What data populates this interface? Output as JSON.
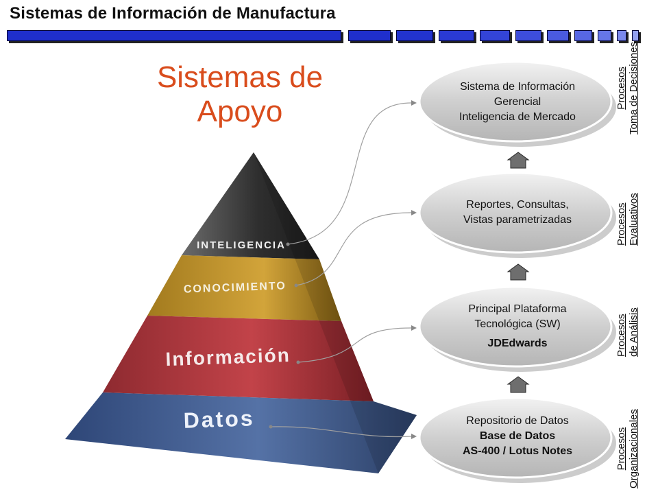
{
  "header": {
    "title": "Sistemas de Información de Manufactura"
  },
  "main_title": {
    "line1": "Sistemas de",
    "line2": "Apoyo"
  },
  "pyramid": {
    "levels": [
      {
        "label": "Inteligencia",
        "color": "#3a3a3a"
      },
      {
        "label": "Conocimiento",
        "color": "#c89a2c"
      },
      {
        "label": "Información",
        "color": "#b83a3f"
      },
      {
        "label": "Datos",
        "color": "#3f5b8f"
      }
    ]
  },
  "stages": [
    {
      "lines": [
        "Sistema de Información",
        "Gerencial",
        "Inteligencia de Mercado"
      ],
      "bold": [],
      "process": [
        "Procesos",
        "Toma de Decisiones"
      ]
    },
    {
      "lines": [
        "Reportes, Consultas,",
        "Vistas parametrizadas"
      ],
      "bold": [],
      "process": [
        "Procesos",
        "Evaluativos"
      ]
    },
    {
      "lines": [
        "Principal Plataforma",
        "Tecnológica (SW)",
        "JDEdwards"
      ],
      "bold": [
        2
      ],
      "process": [
        "Procesos",
        "de Análisis"
      ]
    },
    {
      "lines": [
        "Repositorio de Datos",
        "Base de Datos",
        "AS-400 / Lotus Notes"
      ],
      "bold": [
        1,
        2
      ],
      "process": [
        "Procesos",
        "Organizacionales"
      ]
    }
  ],
  "colors": {
    "title": "#d94c1c",
    "bar": "#1f2fcc",
    "oval": "#cfcfcf"
  }
}
